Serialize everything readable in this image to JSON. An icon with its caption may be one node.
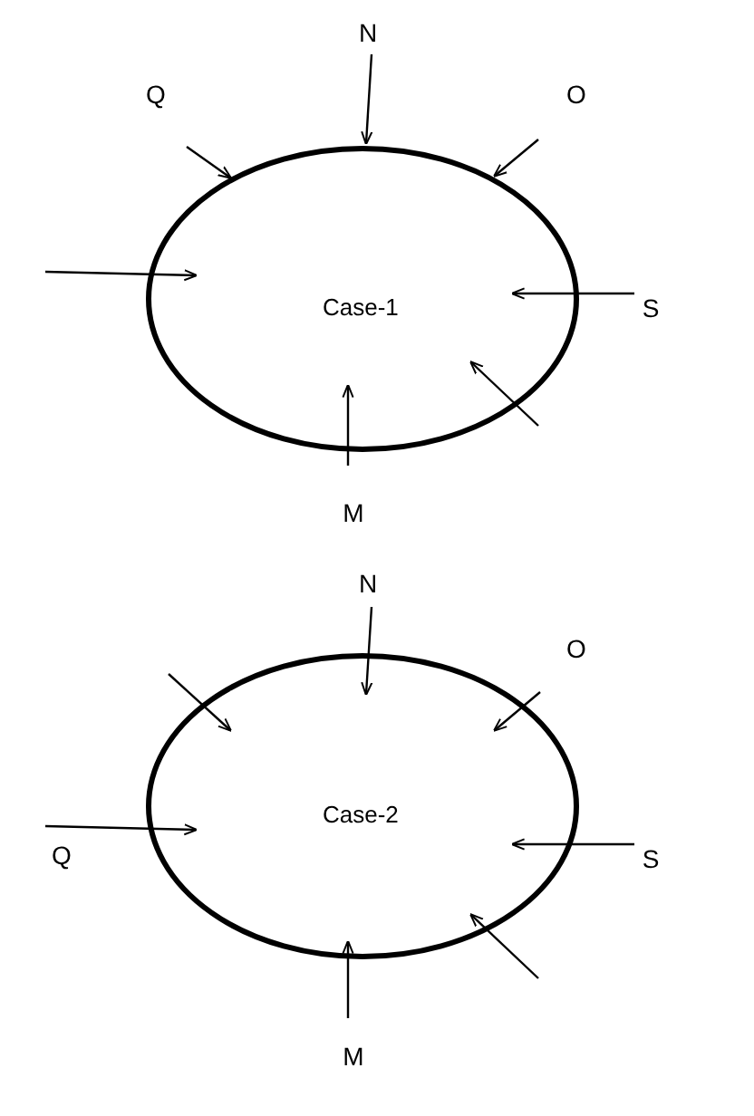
{
  "diagram": {
    "nodes": [
      {
        "text": [
          "Case-1"
        ]
      },
      {
        "text": [
          "Q"
        ]
      },
      {
        "text": [
          "N"
        ]
      },
      {
        "text": [
          "O"
        ]
      },
      {
        "text": [
          "S"
        ]
      },
      {
        "text": [
          "M"
        ]
      },
      {
        "text": [
          "Case-2"
        ]
      },
      {
        "text": [
          "N"
        ]
      },
      {
        "text": [
          "O"
        ]
      },
      {
        "text": [
          "Q"
        ]
      },
      {
        "text": [
          "S"
        ]
      },
      {
        "text": [
          "M"
        ]
      }
    ],
    "edges": [
      {
        "from": 1,
        "to": 0,
        "arrow": "to"
      },
      {
        "from": 2,
        "to": 0,
        "arrow": "to"
      },
      {
        "from": 3,
        "to": 0,
        "arrow": "to"
      },
      {
        "from": null,
        "to": 0,
        "arrow": "to"
      },
      {
        "from": 4,
        "to": 0,
        "arrow": "to"
      },
      {
        "from": null,
        "to": 0,
        "arrow": "to"
      },
      {
        "from": 5,
        "to": 0,
        "arrow": "to"
      },
      {
        "from": 7,
        "to": 6,
        "arrow": "to"
      },
      {
        "from": null,
        "to": 6,
        "arrow": "to"
      },
      {
        "from": 8,
        "to": 6,
        "arrow": "to"
      },
      {
        "from": 9,
        "to": 6,
        "arrow": "to"
      },
      {
        "from": 10,
        "to": 6,
        "arrow": "to"
      },
      {
        "from": null,
        "to": 6,
        "arrow": "to"
      },
      {
        "from": 11,
        "to": 6,
        "arrow": "to"
      }
    ]
  }
}
